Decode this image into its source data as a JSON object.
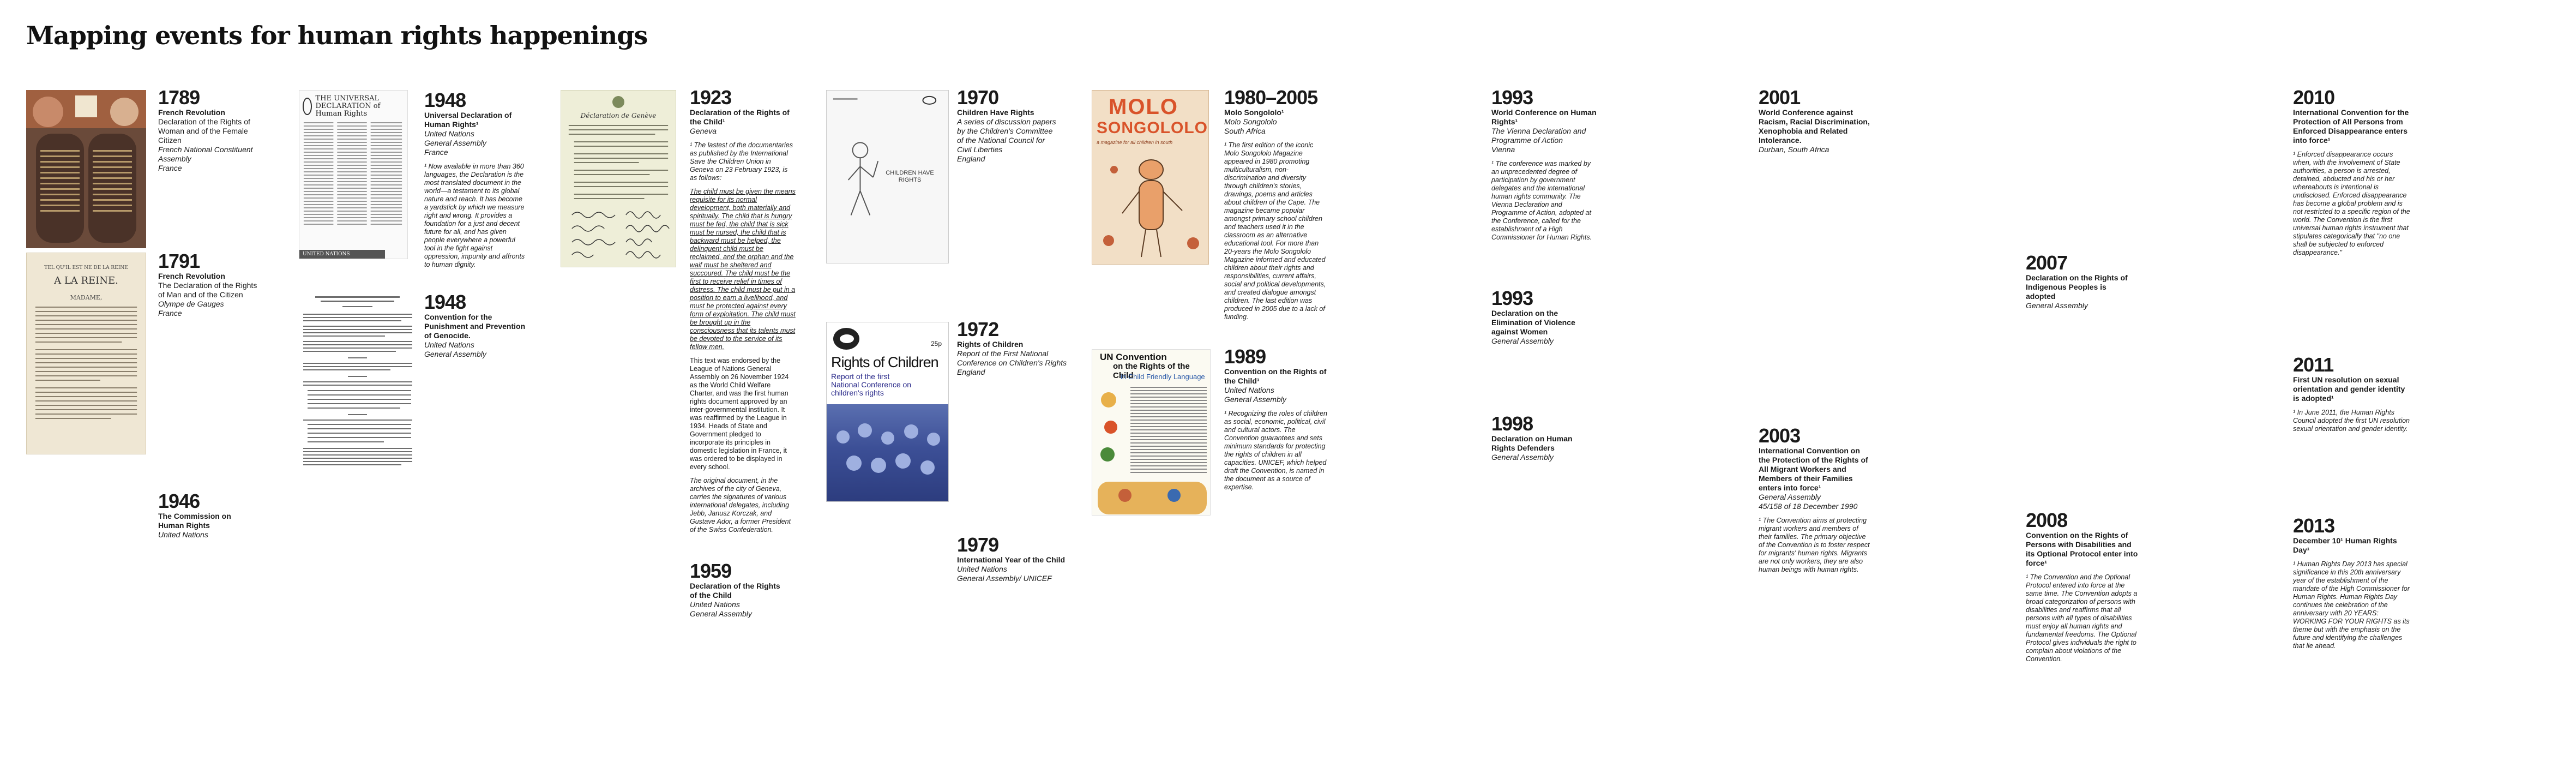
{
  "page": {
    "title": "Mapping events for human rights happenings"
  },
  "entries": [
    {
      "year": "1789",
      "title": "French Revolution",
      "subtitle": "Declaration of the Rights of Woman and of the Female Citizen",
      "org": "French National Constituent Assembly",
      "place": "France"
    },
    {
      "year": "1791",
      "title": "French Revolution",
      "subtitle": "The Declaration of the Rights of Man and of the Citizen",
      "org": "Olympe de Gauges",
      "place": "France"
    },
    {
      "year": "1946",
      "title": "The Commission on Human Rights",
      "org": "United Nations"
    },
    {
      "year": "1948",
      "title": "Universal Declaration of Human Rights¹",
      "org": "United Nations",
      "org2": "General Assembly",
      "place": "France",
      "note": "¹ Now available in more than 360 languages, the Declaration is the most translated document in the world—a testament to its global nature and reach. It has become a yardstick by which we measure right and wrong. It provides a foundation for a just and decent future for all, and has given people everywhere a powerful tool in the fight against oppression, impunity and affronts to human dignity."
    },
    {
      "year": "1948",
      "title": "Convention for the Punishment and Prevention of Genocide.",
      "org": "United Nations",
      "org2": "General Assembly"
    },
    {
      "year": "1923",
      "title": "Declaration of the Rights of the Child¹",
      "place": "Geneva",
      "note": "¹ The lastest of the documentaries as published by the International Save the Children Union in Geneva on 23 February 1923, is as follows:",
      "quote": "The child must be given the means requisite for its normal development, both materially and spiritually. The child that is hungry must be fed, the child that is sick must be nursed, the child that is backward must be helped, the delinquent child must be reclaimed, and the orphan and the waif must be sheltered and succoured. The child must be the first to receive relief in times of distress. The child must be put in a position to earn a livelihood, and must be protected against every form of exploitation. The child must be brought up in the consciousness that its talents must be devoted to the service of its fellow men.",
      "note2": "This text was endorsed by the League of Nations General Assembly on 26 November 1924 as the World Child Welfare Charter, and was the first human rights document approved by an inter-governmental institution. It was reaffirmed by the League in 1934. Heads of State and Government pledged to incorporate its principles in domestic legislation in France, it was ordered to be displayed in every school.",
      "note3": "The original document, in the archives of the city of Geneva, carries the signatures of various international delegates, including Jebb, Janusz Korczak, and Gustave Ador, a former President of the Swiss Confederation."
    },
    {
      "year": "1959",
      "title": "Declaration of the Rights of the Child",
      "org": "United Nations",
      "org2": "General Assembly"
    },
    {
      "year": "1970",
      "title": "Children Have Rights",
      "org": "A series of discussion papers by the Children's Committee of the National Council for Civil Liberties",
      "place": "England"
    },
    {
      "year": "1972",
      "title": "Rights of Children",
      "org": "Report of the First National Conference on Children's Rights",
      "place": "England"
    },
    {
      "year": "1979",
      "title": "International Year of the Child",
      "org": "United Nations",
      "org2": "General Assembly/ UNICEF"
    },
    {
      "year": "1980–2005",
      "title": "Molo Songololo¹",
      "org": "Molo Songololo",
      "place": "South Africa",
      "note": "¹ The first edition of the iconic Molo Songololo Magazine appeared in 1980 promoting multiculturalism, non-discrimination and diversity through children's stories, drawings, poems and articles about children of the Cape. The magazine became popular amongst primary school children and teachers used it in the classroom as an alternative educational tool. For more than 20-years the Molo Songololo Magazine informed and educated children about their rights and responsibilities, current affairs, social and political developments, and created dialogue amongst children. The last edition was produced in 2005 due to a lack of funding."
    },
    {
      "year": "1989",
      "title": "Convention on the Rights of the Child¹",
      "org": "United Nations",
      "org2": "General Assembly",
      "note": "¹ Recognizing the roles of children as social, economic, political, civil and cultural actors. The Convention guarantees and sets minimum standards for protecting the rights of children in all capacities. UNICEF, which helped draft the Convention, is named in the document as a source of expertise."
    },
    {
      "year": "1993",
      "title": "World Conference on Human Rights¹",
      "org": "The Vienna Declaration and Programme of Action",
      "place": "Vienna",
      "note": "¹ The conference was marked by an unprecedented degree of participation by government delegates and the international human rights community. The Vienna Declaration and Programme of Action, adopted at the Conference, called for the establishment of a High Commissioner for Human Rights."
    },
    {
      "year": "1993",
      "title": "Declaration on the Elimination of Violence against Women",
      "org": "General Assembly"
    },
    {
      "year": "1998",
      "title": "Declaration on Human Rights Defenders",
      "org": "General Assembly"
    },
    {
      "year": "2001",
      "title": "World Conference against Racism, Racial Discrimination, Xenophobia and Related Intolerance.",
      "org": "Durban, South Africa"
    },
    {
      "year": "2003",
      "title": "International Convention on the Protection of the Rights of All Migrant Workers and Members of their Families enters into force¹",
      "org": "General Assembly",
      "org2": "45/158 of 18 December 1990",
      "note": "¹ The Convention aims at protecting migrant workers and members of their families. The primary objective of the Convention is to foster respect for migrants' human rights. Migrants are not only workers, they are also human beings with human rights."
    },
    {
      "year": "2007",
      "title": "Declaration on the Rights of Indigenous Peoples is adopted",
      "org": "General Assembly"
    },
    {
      "year": "2008",
      "title": "Convention on the Rights of Persons with Disabilities and its Optional Protocol enter into force¹",
      "note": "¹ The Convention and the Optional Protocol entered into force at the same time. The Convention adopts a broad categorization of persons with disabilities and reaffirms that all persons with all types of disabilities must enjoy all human rights and fundamental freedoms. The Optional Protocol gives individuals the right to complain about violations of the Convention."
    },
    {
      "year": "2010",
      "title": "International Convention for the Protection of All Persons from Enforced Disappearance enters into force¹",
      "note": "¹ Enforced disappearance occurs when, with the involvement of State authorities, a person is arrested, detained, abducted and his or her whereabouts is intentional is undisclosed. Enforced disappearance has become a global problem and is not restricted to a specific region of the world. The Convention is the first universal human rights instrument that stipulates categorically that \"no one shall be subjected to enforced disappearance.\""
    },
    {
      "year": "2011",
      "title": "First UN resolution on sexual orientation and gender identity is adopted¹",
      "note": "¹ In June 2011, the Human Rights Council adopted the first UN resolution sexual orientation and gender identity."
    },
    {
      "year": "2013",
      "title": "December 10¹ Human Rights Day¹",
      "note": "¹ Human Rights Day 2013 has special significance in this 20th anniversary year of the establishment of the mandate of the High Commissioner for Human Rights. Human Rights Day continues the celebration of the anniversary with 20 YEARS: WORKING FOR YOUR RIGHTS as its theme but with the emphasis on the future and identifying the challenges that lie ahead."
    }
  ],
  "images": {
    "udhr_heading": "THE UNIVERSAL DECLARATION of Human Rights",
    "udhr_footer": "UNITED NATIONS",
    "decl1791_heading1": "TEL QU'IL EST NE DE LA REINE",
    "decl1791_heading2": "A LA REINE.",
    "decl1791_salute": "MADAME,",
    "decl1923_heading": "Déclaration de Genève",
    "chr1970_heading": "CHILDREN HAVE RIGHTS",
    "roc1972_price": "25p",
    "roc1972_title": "Rights of Children",
    "roc1972_sub": "Report of the first National Conference on children's rights",
    "molo_title1": "MOLO",
    "molo_title2": "SONGOLOLO",
    "molo_tagline": "a magazine for all children in south",
    "crc_title1": "UN Convention",
    "crc_title2": "on the Rights of the Child",
    "crc_title3": "in Child Friendly Language"
  }
}
